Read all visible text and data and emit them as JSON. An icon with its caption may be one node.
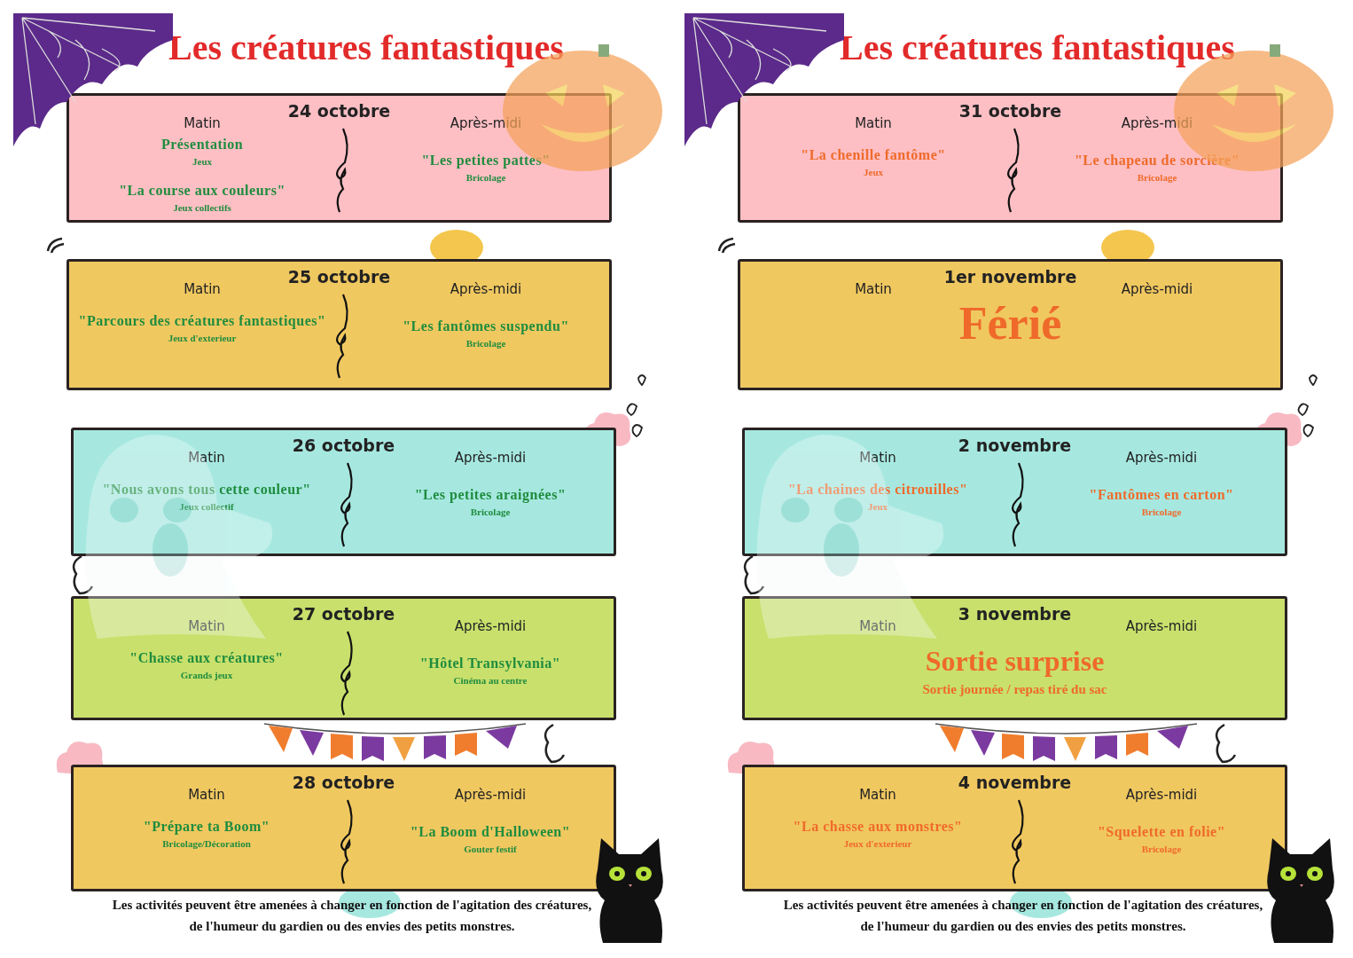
{
  "diagram": {
    "nodes": [
      {
        "text": [
          "24 octobre",
          "Matin",
          "Après-midi",
          "Présentation",
          "Jeux",
          "\"La course aux couleurs\"",
          "Jeux collectifs",
          "\"Les petites pattes\"",
          "Bricolage"
        ]
      },
      {
        "text": [
          "25 octobre",
          "Matin",
          "Après-midi",
          "\"Parcours des créatures fantastiques\"",
          "Jeux d'exterieur",
          "\"Les fantômes suspendu\"",
          "Bricolage"
        ]
      },
      {
        "text": [
          "26 octobre",
          "Matin",
          "Après-midi",
          "\"Nous avons tous cette couleur\"",
          "Jeux collectif",
          "\"Les petites araignées\"",
          "Bricolage"
        ]
      },
      {
        "text": [
          "27 octobre",
          "Matin",
          "Après-midi",
          "\"Chasse aux créatures\"",
          "Grands jeux",
          "\"Hôtel Transylvania\"",
          "Cinéma au centre"
        ]
      },
      {
        "text": [
          "28 octobre",
          "Matin",
          "Après-midi",
          "\"Prépare ta Boom\"",
          "Bricolage/Décoration",
          "\"La Boom d'Halloween\"",
          "Gouter festif"
        ]
      },
      {
        "text": [
          "31 octobre",
          "Matin",
          "Après-midi",
          "\"La chenille fantôme\"",
          "Jeux",
          "\"Le chapeau de sorcière\"",
          "Bricolage"
        ]
      },
      {
        "text": [
          "1er novembre",
          "Matin",
          "Après-midi",
          "Férié"
        ]
      },
      {
        "text": [
          "2 novembre",
          "Matin",
          "Après-midi",
          "\"La chaines des citrouilles\"",
          "Jeux",
          "\"Fantômes en carton\"",
          "Bricolage"
        ]
      },
      {
        "text": [
          "3 novembre",
          "Matin",
          "Après-midi",
          "Sortie surprise",
          "Sortie journée / repas tiré du sac"
        ]
      },
      {
        "text": [
          "4 novembre",
          "Matin",
          "Après-midi",
          "\"La chasse aux monstres\"",
          "Jeux d'exterieur",
          "\"Squelette en folie\"",
          "Bricolage"
        ]
      }
    ],
    "labels": [
      "Les créatures fantastiques",
      "Les activités peuvent être amenées à changer en fonction de l'agitation des créatures, de l'humeur du gardien ou des envies des petits monstres.",
      "Les créatures fantastiques",
      "Les activités peuvent être amenées à changer en fonction de l'agitation des créatures, de l'humeur du gardien ou des envies des petits monstres."
    ]
  }
}
